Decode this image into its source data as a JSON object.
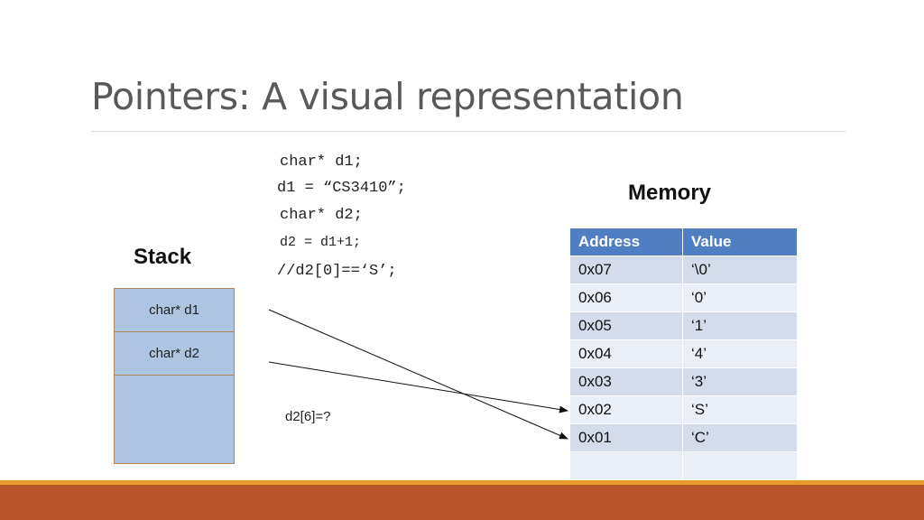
{
  "slide": {
    "title": "Pointers: A visual representation"
  },
  "code": {
    "line1": "char* d1;",
    "line2": "d1 = “CS3410”;",
    "line3": "char* d2;",
    "line4": "d2 = d1+1;",
    "line5": "//d2[0]==‘S’;"
  },
  "stack": {
    "label": "Stack",
    "cells": [
      "char* d1",
      "char* d2"
    ]
  },
  "memory": {
    "label": "Memory",
    "headers": [
      "Address",
      "Value"
    ],
    "rows": [
      [
        "0x07",
        "‘\\0’"
      ],
      [
        "0x06",
        "‘0’"
      ],
      [
        "0x05",
        "‘1’"
      ],
      [
        "0x04",
        "‘4’"
      ],
      [
        "0x03",
        "‘3’"
      ],
      [
        "0x02",
        "‘S’"
      ],
      [
        "0x01",
        "‘C’"
      ],
      [
        "",
        ""
      ]
    ]
  },
  "question": "d2[6]=?",
  "colors": {
    "table_header": "#4f7fc2",
    "table_row_odd": "#d4dcec",
    "table_row_even": "#eaeef6",
    "stack_fill": "#adc5e0",
    "stack_border": "#b3835a",
    "footer_orange": "#e79a2c",
    "footer_rust": "#b9542a"
  },
  "arrows": [
    {
      "from": "stack.cells.0",
      "to": "memory.rows.6"
    },
    {
      "from": "stack.cells.1",
      "to": "memory.rows.5"
    }
  ]
}
